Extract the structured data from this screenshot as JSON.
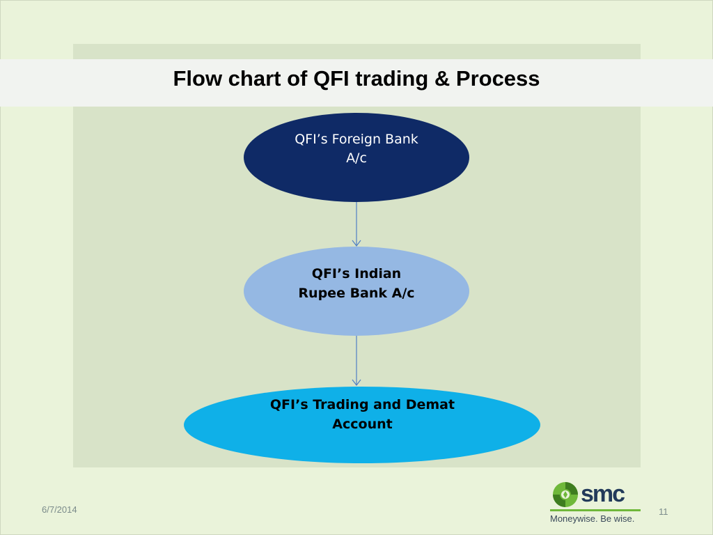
{
  "title": "Flow chart of QFI trading & Process",
  "nodes": [
    {
      "lines": [
        "QFI’s Foreign Bank",
        "A/c"
      ],
      "fill": "#0f2a66"
    },
    {
      "lines": [
        "QFI’s Indian",
        "Rupee Bank A/c"
      ],
      "fill": "#95b8e3"
    },
    {
      "lines": [
        "QFI’s Trading and Demat",
        "Account"
      ],
      "fill": "#0fb0e8"
    }
  ],
  "colors": {
    "arrow": "#4f7fc4",
    "panel": "#d8e3c8",
    "background": "#eaf3da",
    "logo_green": "#6fb83a",
    "logo_navy": "#223a5a"
  },
  "footer": {
    "date": "6/7/2014",
    "page": "11"
  },
  "logo": {
    "word": "smc",
    "tagline": "Moneywise. Be wise.",
    "icon": "smc-swirl-icon"
  }
}
